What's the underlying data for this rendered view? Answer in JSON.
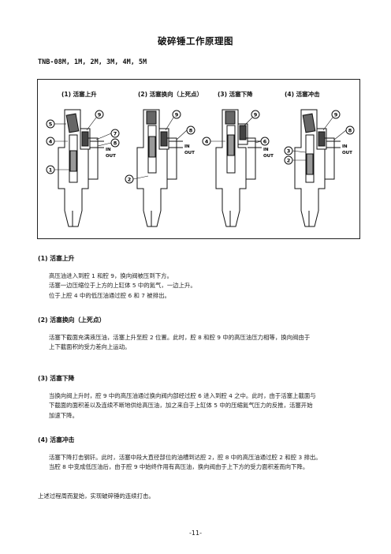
{
  "title": "破碎锤工作原理图",
  "models": "TNB-08M, 1M, 2M, 3M, 4M, 5M",
  "diagram": {
    "stages": [
      {
        "label": "(1) 活塞上升",
        "callouts": [
          "5",
          "4",
          "1",
          "9",
          "7",
          "8"
        ]
      },
      {
        "label": "(2) 活塞换向（上死点）",
        "callouts": [
          "9",
          "8",
          "2"
        ]
      },
      {
        "label": "(3) 活塞下降",
        "callouts": [
          "9",
          "4",
          "6"
        ]
      },
      {
        "label": "(4) 活塞冲击",
        "callouts": [
          "9",
          "8",
          "3",
          "2"
        ]
      }
    ],
    "port_in": "IN",
    "port_out": "OUT"
  },
  "sections": [
    {
      "heading": "(1)  活塞上升",
      "lines": [
        "高压油进入到腔 1 和腔 9，换向阀被压到下方。",
        "活塞一边压缩位于上方的上缸体 5 中的氮气，一边上升。",
        "位于上腔 4 中的低压油通过腔 6 和 7 被排出。"
      ]
    },
    {
      "heading": "(2)  活塞换向（上死点）",
      "lines": [
        "活塞下截面充满液压油，活塞上升至腔 2 位置。此时，腔 8 和腔 9 中的高压油压力相等，换向阀由于",
        "上下截面积的受力差向上运动。"
      ]
    },
    {
      "heading": "(3)  活塞下降",
      "lines": [
        "当换向阀上升时，腔 9 中的高压油通过换向阀内部经过腔 6 进入到腔 4 之中。此时，由于活塞上截面与",
        "下截面的面积差以及连续不断地供给高压油，加之来自于上缸体 5 中的压缩氮气压力的反推，活塞开始",
        "加速下降。"
      ]
    },
    {
      "heading": "(4)  活塞冲击",
      "lines": [
        "活塞下降打击钢钎。此时，活塞中段大直径部位的油槽到达腔 2，腔 8 中的高压油通过腔 2 和腔 3 排出。",
        "当腔 8 中变成低压油后，由于腔 9 中始终作用有高压油，换向阀由于上下方的受力面积差而向下降。"
      ]
    }
  ],
  "summary": "上述过程周而复始，实现破碎锤的连续打击。",
  "page_number": "-11-"
}
